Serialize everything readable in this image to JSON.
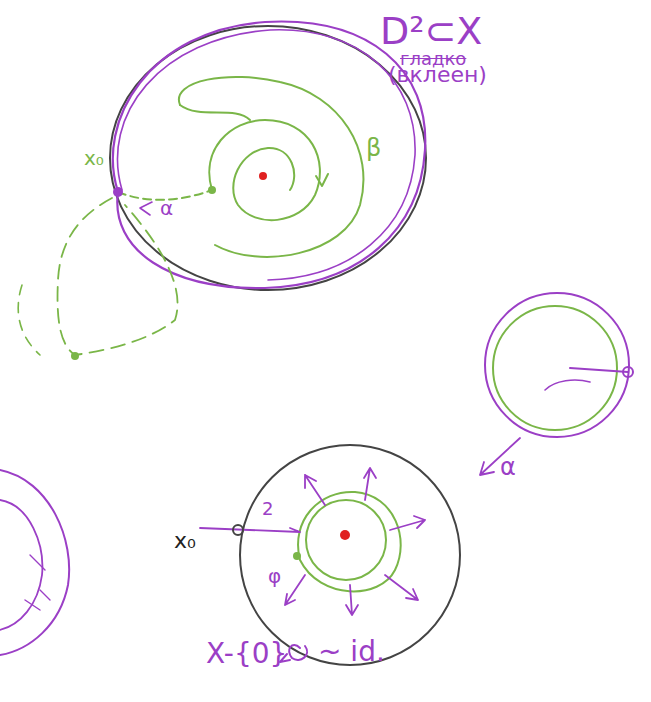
{
  "diagram": {
    "labels": [
      "D²⊂X",
      "гладко",
      "(вклеен)",
      "x₀",
      "α",
      "β",
      "α",
      "x₀",
      "2",
      "φ",
      "X-{0}",
      "~ id."
    ]
  }
}
